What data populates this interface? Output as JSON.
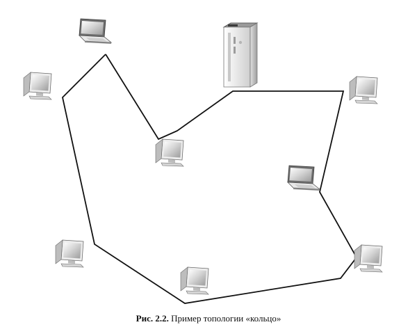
{
  "figure": {
    "caption_number": "Рис. 2.2.",
    "caption_text": "Пример топологии «кольцо»",
    "topology": "ring",
    "nodes": [
      {
        "id": "laptop-top-left",
        "kind": "laptop"
      },
      {
        "id": "server-top",
        "kind": "server"
      },
      {
        "id": "monitor-right-top",
        "kind": "monitor"
      },
      {
        "id": "laptop-right-mid",
        "kind": "laptop"
      },
      {
        "id": "monitor-right-bottom",
        "kind": "monitor"
      },
      {
        "id": "monitor-bottom",
        "kind": "monitor"
      },
      {
        "id": "monitor-left-bottom",
        "kind": "monitor"
      },
      {
        "id": "monitor-left-top",
        "kind": "monitor"
      },
      {
        "id": "monitor-center",
        "kind": "monitor"
      }
    ],
    "colors": {
      "line": "#111111",
      "device_light": "#f2f2f2",
      "device_mid": "#cfcfcf",
      "device_dark": "#7a7a7a",
      "screen": "#dcdcdc"
    }
  }
}
